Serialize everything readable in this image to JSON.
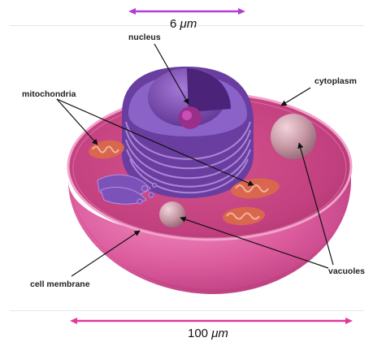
{
  "scale_bars": {
    "top": {
      "value": "6",
      "unit": "μm",
      "color": "#b23ed6"
    },
    "bottom": {
      "value": "100",
      "unit": "μm",
      "color": "#e0389a"
    }
  },
  "labels": {
    "nucleus": "nucleus",
    "cytoplasm": "cytoplasm",
    "mitochondria": "mitochondria",
    "cell_membrane": "cell membrane",
    "vacuoles": "vacuoles"
  },
  "colors": {
    "cytoplasm": "#c2407f",
    "membrane": "#d95aa0",
    "nucleus": "#7b4bb0",
    "mitochondria": "#d9674e",
    "vacuole": "#c89aa6"
  }
}
